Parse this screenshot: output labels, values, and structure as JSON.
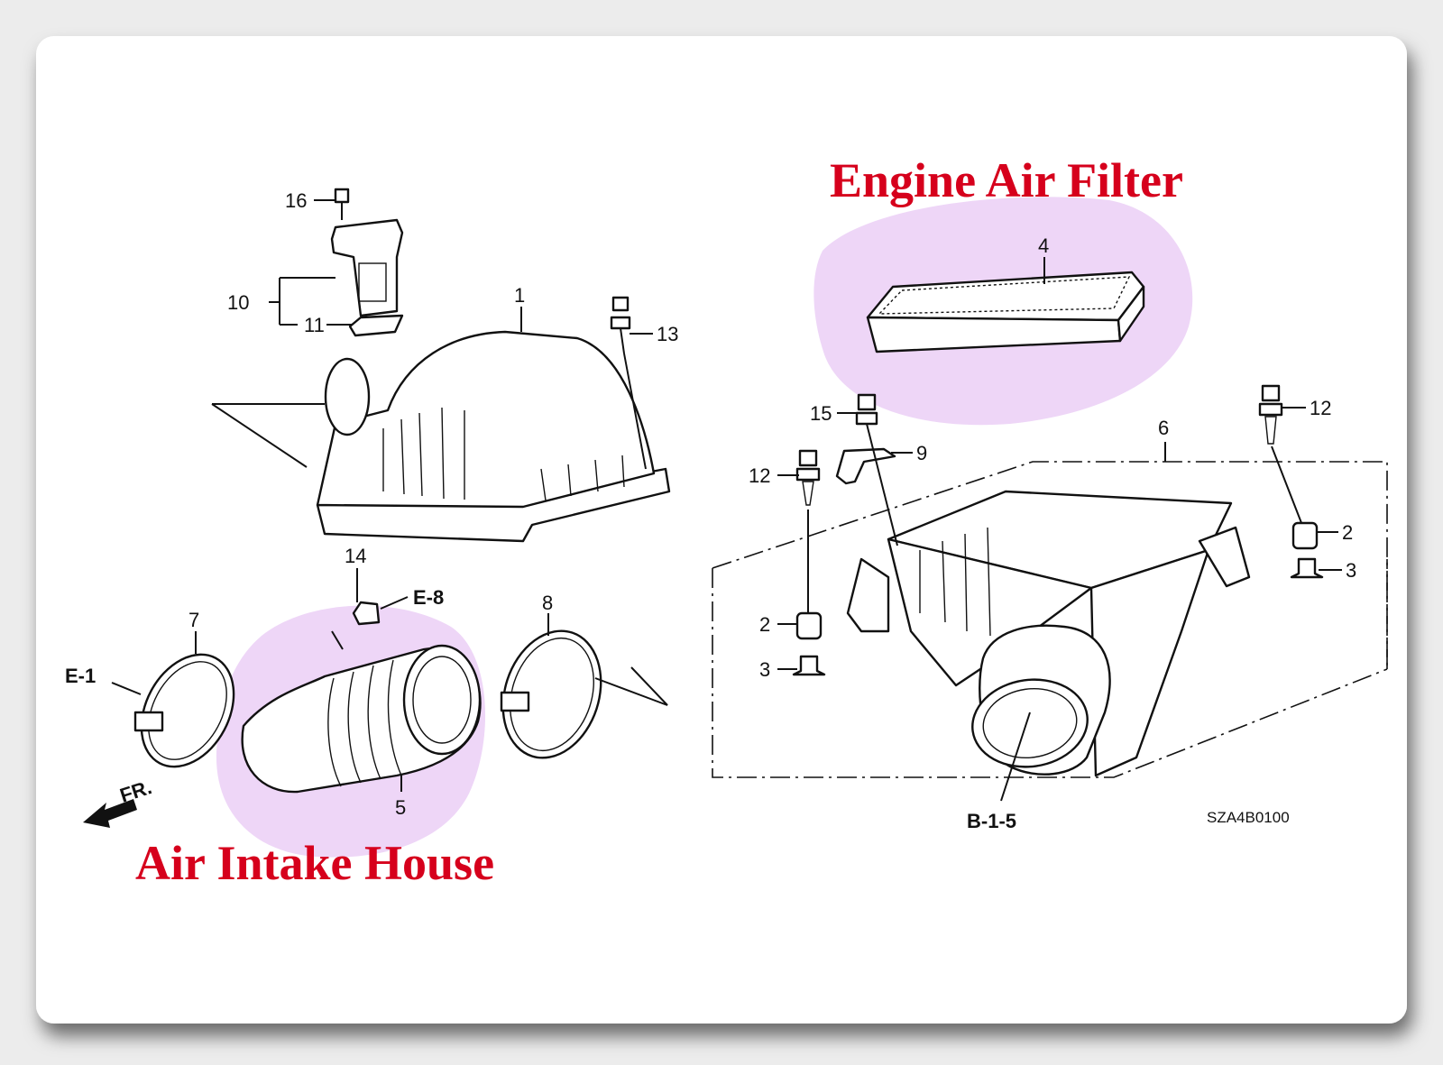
{
  "labels": {
    "engine_air_filter": "Engine Air Filter",
    "air_intake_house": "Air Intake House"
  },
  "callouts": {
    "p1": "1",
    "p2a": "2",
    "p2b": "2",
    "p3a": "3",
    "p3b": "3",
    "p4": "4",
    "p5": "5",
    "p6": "6",
    "p7": "7",
    "p8": "8",
    "p9": "9",
    "p10": "10",
    "p11": "11",
    "p12a": "12",
    "p12b": "12",
    "p13": "13",
    "p14": "14",
    "p15": "15",
    "p16": "16"
  },
  "refs": {
    "e1": "E-1",
    "e8": "E-8",
    "b15": "B-1-5",
    "fr": "FR."
  },
  "diagram_code": "SZA4B0100",
  "colors": {
    "title_red": "#d6001c",
    "highlight": "#eed6f7",
    "line": "#111111"
  }
}
